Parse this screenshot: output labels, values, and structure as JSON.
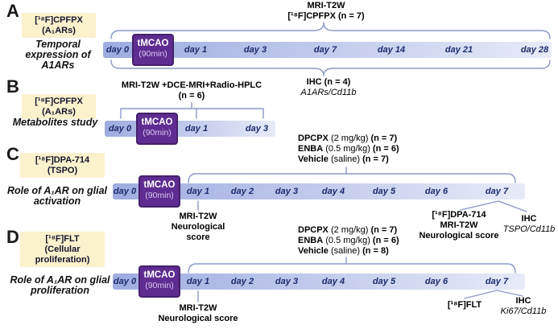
{
  "colors": {
    "bar-start": "#9DACE0",
    "bar-end": "#E7EAF8",
    "tmcao-bg": "#5F2C91",
    "tmcao-border": "#45206B",
    "tmcao-sub": "#D9C9EE",
    "day-label": "#1B2B6B",
    "line-color": "#8B99C6",
    "tracer-box-bg": "#FCF1CD"
  },
  "panels": {
    "a": {
      "letter": "A",
      "tracer_box": {
        "line1": "[¹⁸F]CPFPX",
        "line2": "(A₁ARs)"
      },
      "description": "Temporal expression of A1ARs",
      "top_annotation": {
        "line1": "MRI-T2W",
        "line2": "[¹⁸F]CPFPX (n = 7)"
      },
      "bottom_annotation": {
        "line1": "IHC (n = 4)",
        "line2": "A1ARs/Cd11b"
      },
      "tmcao": {
        "title": "tMCAO",
        "duration": "(90min)"
      },
      "days": [
        "day 0",
        "day 1",
        "day 3",
        "day 7",
        "day 14",
        "day 21",
        "day 28"
      ]
    },
    "b": {
      "letter": "B",
      "tracer_box": {
        "line1": "[¹⁸F]CPFPX",
        "line2": "(A₁ARs)"
      },
      "description": "Metabolites study",
      "top_annotation": {
        "line1": "MRI-T2W +DCE-MRI+Radio-HPLC",
        "line2": "(n = 6)"
      },
      "tmcao": {
        "title": "tMCAO",
        "duration": "(90min)"
      },
      "days": [
        "day 0",
        "day 1",
        "day 3"
      ]
    },
    "c": {
      "letter": "C",
      "tracer_box": {
        "line1": "[¹⁸F]DPA-714",
        "line2": "(TSPO)"
      },
      "description": "Role of A₁AR on glial activation",
      "treatments": [
        {
          "name": "DPCPX",
          "dose": " (2 mg/kg) ",
          "n": "(n = 7)"
        },
        {
          "name": "ENBA",
          "dose": " (0.5 mg/kg) ",
          "n": "(n = 6)"
        },
        {
          "name": "Vehicle",
          "dose": " (saline) ",
          "n": "(n = 7)"
        }
      ],
      "day1_annotation": {
        "line1": "MRI-T2W",
        "line2": "Neurological",
        "line3": "score"
      },
      "day7_annotation": {
        "line1": "[¹⁸F]DPA-714",
        "line2": "MRI-T2W",
        "line3": "Neurological score"
      },
      "ihc_annotation": {
        "line1": "IHC",
        "line2": "TSPO/Cd11b"
      },
      "tmcao": {
        "title": "tMCAO",
        "duration": "(90min)"
      },
      "days": [
        "day 0",
        "day 1",
        "day 2",
        "day 3",
        "day 4",
        "day 5",
        "day 6",
        "day 7"
      ]
    },
    "d": {
      "letter": "D",
      "tracer_box": {
        "line1": "[¹⁸F]FLT",
        "line2": "(Cellular proliferation)"
      },
      "description": "Role of A₁AR on glial proliferation",
      "treatments": [
        {
          "name": "DPCPX",
          "dose": " (2 mg/kg) ",
          "n": "(n = 7)"
        },
        {
          "name": "ENBA",
          "dose": " (0.5 mg/kg) ",
          "n": "(n = 6)"
        },
        {
          "name": "Vehicle",
          "dose": " (saline) ",
          "n": "(n = 8)"
        }
      ],
      "day1_annotation": {
        "line1": "MRI-T2W",
        "line2": "Neurological score"
      },
      "day7_annotation": {
        "line1": "[¹⁸F]FLT"
      },
      "ihc_annotation": {
        "line1": "IHC",
        "line2": "Ki67/Cd11b"
      },
      "tmcao": {
        "title": "tMCAO",
        "duration": "(90min)"
      },
      "days": [
        "day 0",
        "day 1",
        "day 2",
        "day 3",
        "day 4",
        "day 5",
        "day 6",
        "day 7"
      ]
    }
  }
}
